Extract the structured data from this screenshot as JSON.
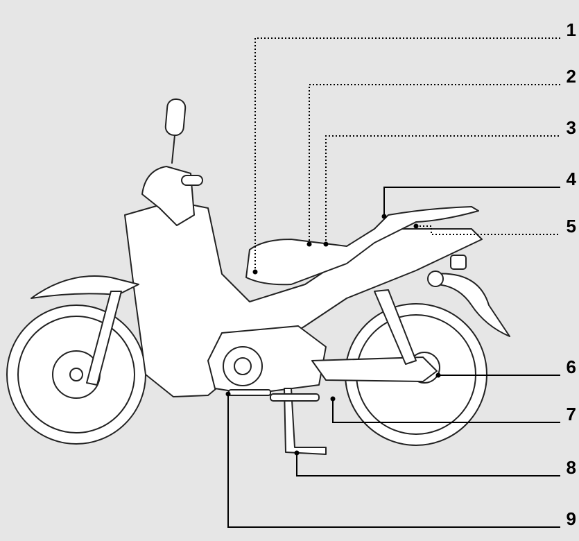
{
  "callouts": [
    {
      "number": "1",
      "line": "dotted"
    },
    {
      "number": "2",
      "line": "dotted"
    },
    {
      "number": "3",
      "line": "dotted"
    },
    {
      "number": "4",
      "line": "solid"
    },
    {
      "number": "5",
      "line": "dotted"
    },
    {
      "number": "6",
      "line": "solid"
    },
    {
      "number": "7",
      "line": "solid"
    },
    {
      "number": "8",
      "line": "solid"
    },
    {
      "number": "9",
      "line": "solid"
    }
  ],
  "colors": {
    "background": "#e6e6e6",
    "line": "#000000",
    "fill": "#ffffff"
  }
}
